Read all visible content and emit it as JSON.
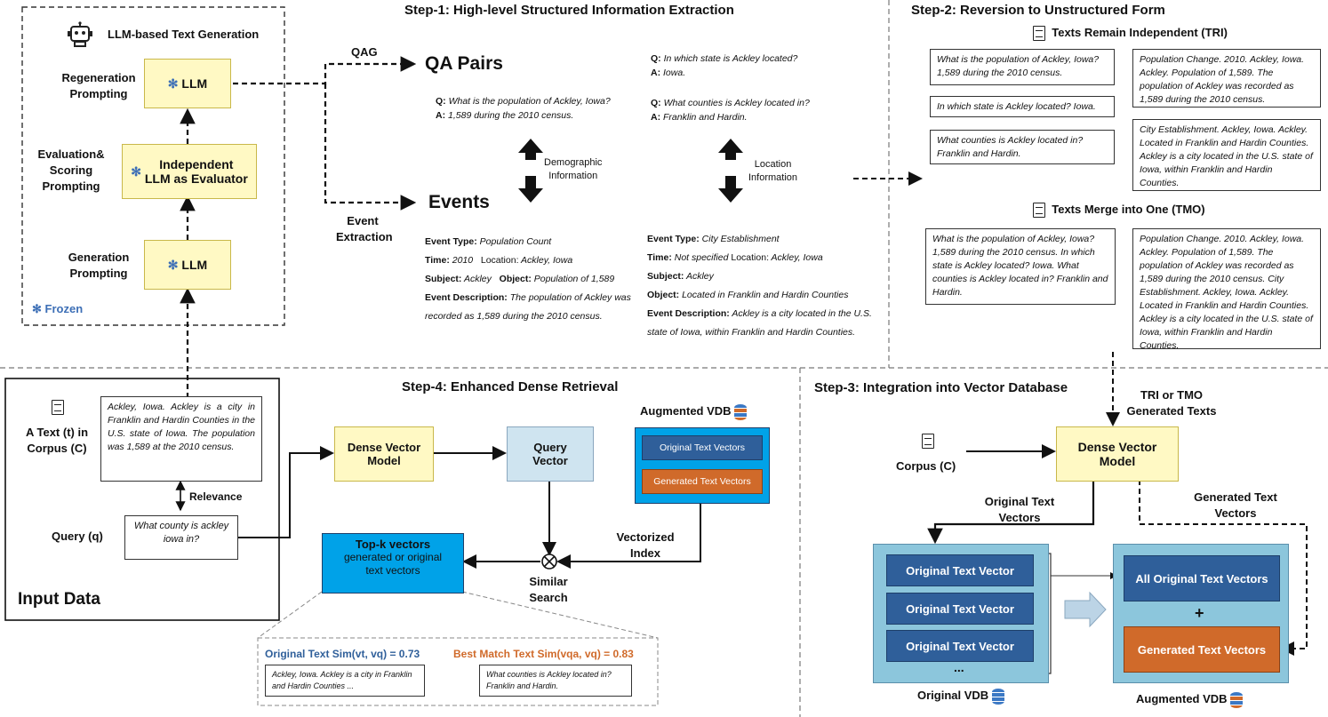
{
  "step1": {
    "title": "Step-1: High-level Structured Information Extraction",
    "llm_text_generation": "LLM-based Text Generation",
    "regen_prompting": "Regeneration\nPrompting",
    "eval_prompting": "Evaluation&\nScoring\nPrompting",
    "gen_prompting": "Generation\nPrompting",
    "llm": "LLM",
    "evaluator": "Independent\nLLM as Evaluator",
    "frozen": "Frozen",
    "qag": "QAG",
    "qa_pairs": "QA Pairs",
    "events": "Events",
    "event_extraction": "Event\nExtraction",
    "qa1_q": "What is the population of Ackley, Iowa?",
    "qa1_a": "1,589 during the 2010 census.",
    "qa2_q": "In which state is Ackley located?",
    "qa2_a": "Iowa.",
    "qa3_q": "What counties is Ackley located in?",
    "qa3_a": "Franklin and Hardin.",
    "demographic": "Demographic\nInformation",
    "location": "Location\nInformation",
    "ev1_type": "Population Count",
    "ev1_time": "2010",
    "ev1_location": "Ackley, Iowa",
    "ev1_subject": "Ackley",
    "ev1_object": "Population of 1,589",
    "ev1_desc": "The population of Ackley was recorded as 1,589 during the 2010 census.",
    "ev2_type": "City Establishment",
    "ev2_time": "Not specified",
    "ev2_location": "Ackley, Iowa",
    "ev2_subject": "Ackley",
    "ev2_object": "Located in Franklin and Hardin Counties",
    "ev2_desc": "Ackley is a city located in the U.S. state of Iowa, within Franklin and Hardin Counties.",
    "k_q": "Q:",
    "k_a": "A:",
    "k_type": "Event Type:",
    "k_time": "Time:",
    "k_location": "Location:",
    "k_subject": "Subject:",
    "k_object": "Object:",
    "k_desc": "Event Description:"
  },
  "step2": {
    "title": "Step-2: Reversion to Unstructured Form",
    "tri": "Texts Remain Independent (TRI)",
    "tmo": "Texts Merge into One (TMO)",
    "tri_l1": "What is the population of Ackley, Iowa? 1,589 during the 2010 census.",
    "tri_l2": "In which state is Ackley located? Iowa.",
    "tri_l3": "What counties is Ackley located in? Franklin and Hardin.",
    "tri_r1": "Population Change. 2010. Ackley, Iowa. Ackley. Population of 1,589. The population of Ackley was recorded as 1,589 during the 2010 census.",
    "tri_r2": "City Establishment. Ackley, Iowa. Ackley. Located in Franklin and Hardin Counties. Ackley is a city located in the U.S. state of Iowa, within Franklin and Hardin Counties.",
    "tmo_l": "What is the population of Ackley, Iowa? 1,589 during the 2010 census. In which state is Ackley located? Iowa. What counties is Ackley located in? Franklin and Hardin.",
    "tmo_r": "Population Change. 2010. Ackley, Iowa. Ackley. Population of 1,589. The population of Ackley was recorded as 1,589 during the 2010 census. City Establishment. Ackley, Iowa. Ackley. Located in Franklin and Hardin Counties. Ackley is a city located in the U.S. state of Iowa, within Franklin and Hardin Counties."
  },
  "step3": {
    "title": "Step-3: Integration into Vector Database",
    "tri_or_tmo": "TRI or TMO\nGenerated Texts",
    "corpus": "Corpus (C)",
    "dense_model": "Dense Vector\nModel",
    "original_text_vectors": "Original Text\nVectors",
    "generated_text_vectors": "Generated Text\nVectors",
    "otv": "Original Text Vector",
    "ellipsis": "...",
    "original_vdb": "Original VDB",
    "all_original": "All Original Text Vectors",
    "plus": "+",
    "generated_vectors": "Generated Text Vectors",
    "augmented_vdb": "Augmented VDB"
  },
  "step4": {
    "title": "Step-4: Enhanced Dense Retrieval",
    "a_text": "A Text (t) in\nCorpus (C)",
    "corpus_text": "Ackley, Iowa. Ackley is a city in Franklin and Hardin Counties in the U.S. state of Iowa. The population was 1,589 at the 2010 census.",
    "relevance": "Relevance",
    "query_label": "Query (q)",
    "query_text": "What county is ackley iowa in?",
    "input_data": "Input Data",
    "dense_model": "Dense Vector\nModel",
    "query_vector": "Query\nVector",
    "augmented_vdb": "Augmented VDB",
    "orig_vectors": "Original Text Vectors",
    "gen_vectors": "Generated Text Vectors",
    "vectorized_index": "Vectorized\nIndex",
    "similar_search": "Similar\nSearch",
    "topk_title": "Top-k vectors",
    "topk_sub": "generated or original\ntext vectors",
    "orig_sim": "Original Text Sim(vt, vq) = 0.73",
    "best_sim": "Best Match Text Sim(vqa, vq) = 0.83",
    "orig_snippet": "Ackley, Iowa. Ackley is a city in Franklin and Hardin Counties ...",
    "best_snippet": "What counties is Ackley located in? Franklin and Hardin."
  },
  "colors": {
    "yellow_box": "#fff9c4",
    "blue_dark": "#2f5f9a",
    "blue_bright": "#00a2e8",
    "blue_light": "#cfe4f0",
    "orange": "#d06a2a",
    "vdb_bg": "#8cc6dc",
    "sim_blue": "#2f5f9a",
    "sim_orange": "#d06a2a"
  }
}
